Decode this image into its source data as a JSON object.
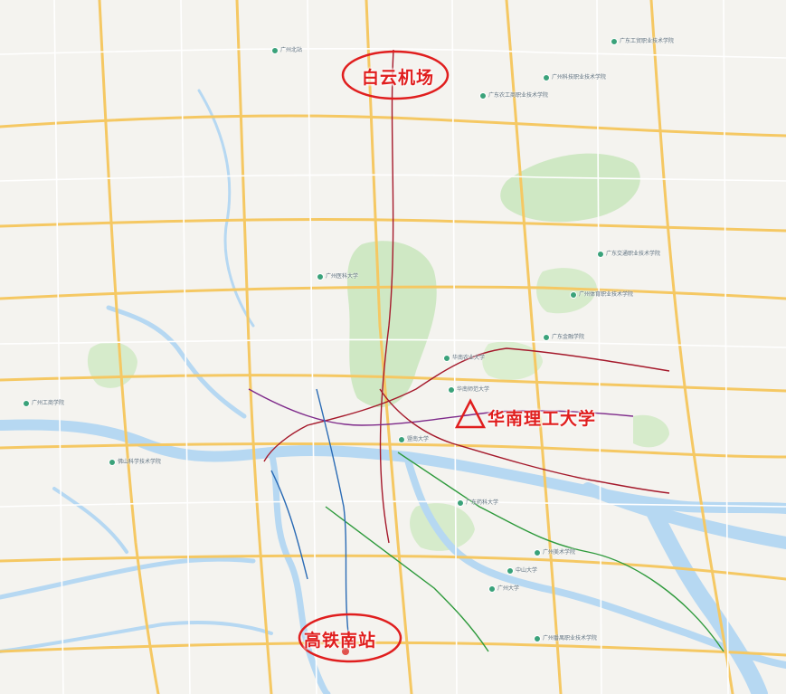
{
  "annotations": {
    "airport": "白云机场",
    "university": "华南理工大学",
    "south_station": "高铁南站"
  },
  "places": [
    {
      "id": "p1",
      "label": "广州北站"
    },
    {
      "id": "p2",
      "label": "广东工贸职业技术学院"
    },
    {
      "id": "p3",
      "label": "广州科技职业技术学院"
    },
    {
      "id": "p4",
      "label": "广东农工商职业技术学院"
    },
    {
      "id": "p5",
      "label": "广州医科大学"
    },
    {
      "id": "p6",
      "label": "广东交通职业技术学院"
    },
    {
      "id": "p7",
      "label": "广州体育职业技术学院"
    },
    {
      "id": "p8",
      "label": "广东金融学院"
    },
    {
      "id": "p9",
      "label": "华南农业大学"
    },
    {
      "id": "p10",
      "label": "暨南大学"
    },
    {
      "id": "p11",
      "label": "广州大学"
    },
    {
      "id": "p12",
      "label": "中山大学"
    },
    {
      "id": "p13",
      "label": "广州番禺职业技术学院"
    },
    {
      "id": "p14",
      "label": "佛山科学技术学院"
    },
    {
      "id": "p15",
      "label": "广东药科大学"
    },
    {
      "id": "p16",
      "label": "华南师范大学"
    },
    {
      "id": "p17",
      "label": "广州美术学院"
    },
    {
      "id": "p18",
      "label": "广州工商学院"
    }
  ],
  "colors": {
    "annotation": "#e01e1e",
    "water": "#b6d8f2",
    "park": "#cfe8c4",
    "highway": "#f5c863",
    "metro_red": "#a5192b",
    "metro_purple": "#7e2a8a",
    "metro_green": "#2e9a3c",
    "metro_blue": "#2a6bb5"
  }
}
